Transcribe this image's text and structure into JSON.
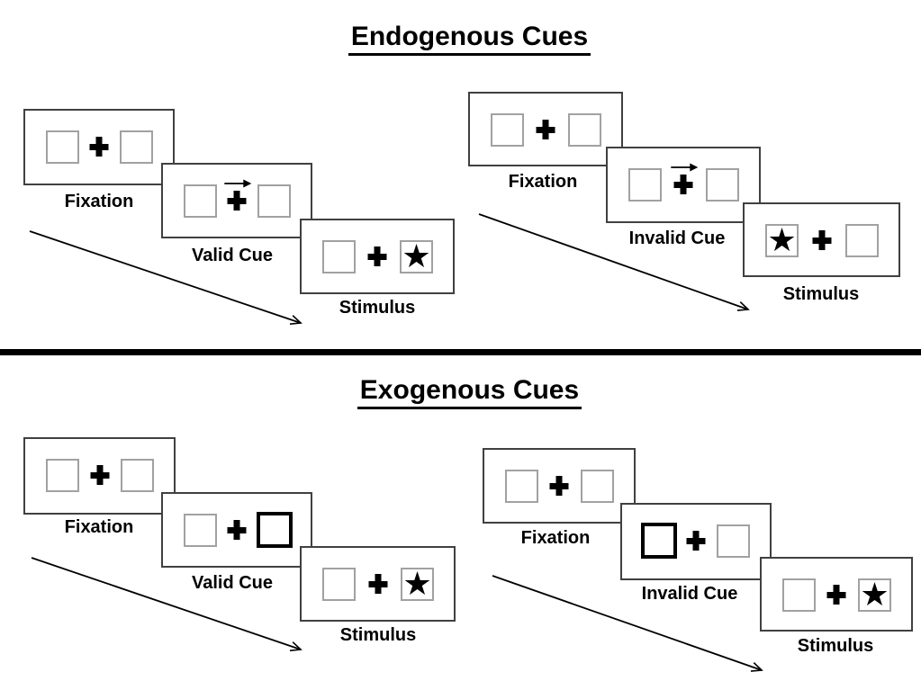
{
  "colors": {
    "background": "#ffffff",
    "ink": "#000000",
    "panel_border": "#404040",
    "placeholder_box_border": "#a1a1a1",
    "exogenous_cue_border": "#000000"
  },
  "icons": {
    "star": "★",
    "fixation_cross": "+",
    "cue_direction_arrow": "→"
  },
  "sections": [
    {
      "title": "Endogenous Cues",
      "groups": [
        {
          "name": "valid-trial",
          "panels": [
            {
              "label": "Fixation",
              "cue": "none",
              "left_style": "plain",
              "left_glyph": "",
              "right_style": "plain",
              "right_glyph": ""
            },
            {
              "label": "Valid Cue",
              "cue": "arrow",
              "left_style": "plain",
              "left_glyph": "",
              "right_style": "plain",
              "right_glyph": ""
            },
            {
              "label": "Stimulus",
              "cue": "none",
              "left_style": "plain",
              "left_glyph": "",
              "right_style": "plain",
              "right_glyph": "★"
            }
          ]
        },
        {
          "name": "invalid-trial",
          "panels": [
            {
              "label": "Fixation",
              "cue": "none",
              "left_style": "plain",
              "left_glyph": "",
              "right_style": "plain",
              "right_glyph": ""
            },
            {
              "label": "Invalid Cue",
              "cue": "arrow",
              "left_style": "plain",
              "left_glyph": "",
              "right_style": "plain",
              "right_glyph": ""
            },
            {
              "label": "Stimulus",
              "cue": "none",
              "left_style": "plain",
              "left_glyph": "★",
              "right_style": "plain",
              "right_glyph": ""
            }
          ]
        }
      ]
    },
    {
      "title": "Exogenous Cues",
      "groups": [
        {
          "name": "valid-trial",
          "panels": [
            {
              "label": "Fixation",
              "cue": "none",
              "left_style": "plain",
              "left_glyph": "",
              "right_style": "plain",
              "right_glyph": ""
            },
            {
              "label": "Valid Cue",
              "cue": "none",
              "left_style": "plain",
              "left_glyph": "",
              "right_style": "thick",
              "right_glyph": ""
            },
            {
              "label": "Stimulus",
              "cue": "none",
              "left_style": "plain",
              "left_glyph": "",
              "right_style": "plain",
              "right_glyph": "★"
            }
          ]
        },
        {
          "name": "invalid-trial",
          "panels": [
            {
              "label": "Fixation",
              "cue": "none",
              "left_style": "plain",
              "left_glyph": "",
              "right_style": "plain",
              "right_glyph": ""
            },
            {
              "label": "Invalid Cue",
              "cue": "none",
              "left_style": "thick",
              "left_glyph": "",
              "right_style": "plain",
              "right_glyph": ""
            },
            {
              "label": "Stimulus",
              "cue": "none",
              "left_style": "plain",
              "left_glyph": "",
              "right_style": "plain",
              "right_glyph": "★"
            }
          ]
        }
      ]
    }
  ]
}
